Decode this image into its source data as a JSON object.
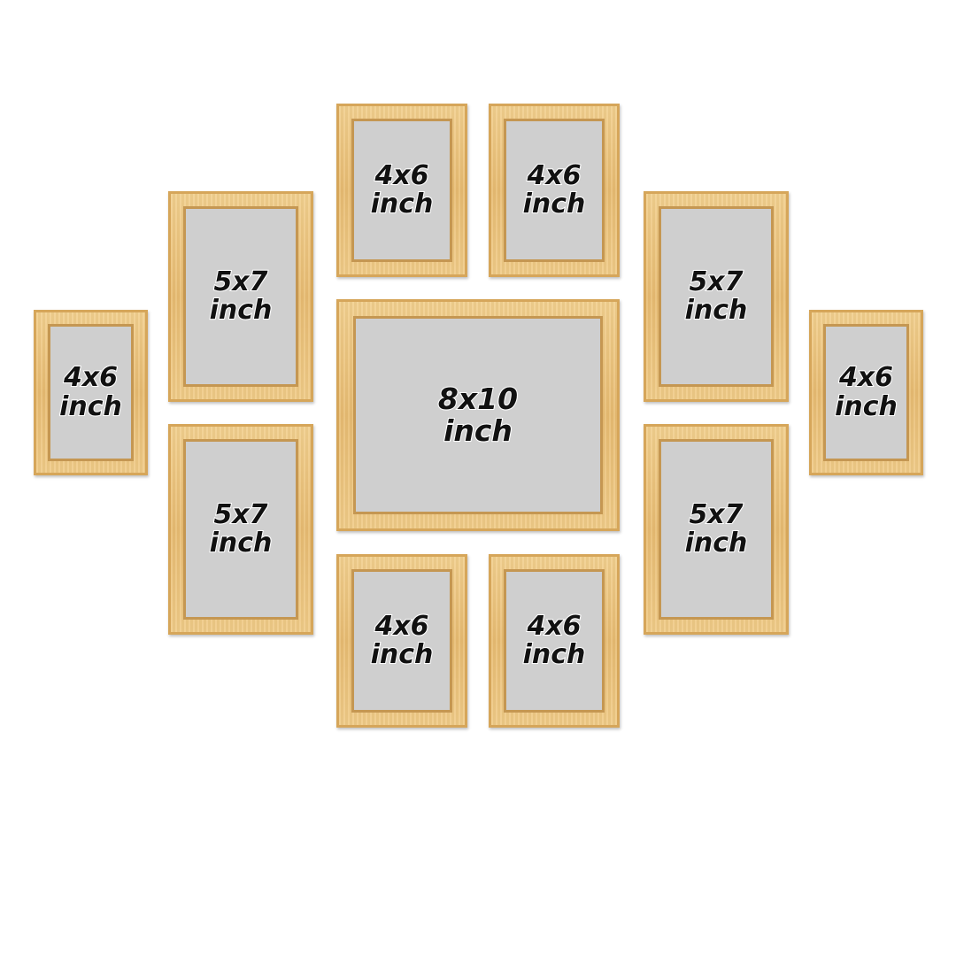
{
  "frames": [
    {
      "id": "frame-top-left-4x6",
      "size": "4x6",
      "unit": "inch"
    },
    {
      "id": "frame-top-right-4x6",
      "size": "4x6",
      "unit": "inch"
    },
    {
      "id": "frame-upper-left-5x7",
      "size": "5x7",
      "unit": "inch"
    },
    {
      "id": "frame-upper-right-5x7",
      "size": "5x7",
      "unit": "inch"
    },
    {
      "id": "frame-far-left-4x6",
      "size": "4x6",
      "unit": "inch"
    },
    {
      "id": "frame-center-8x10",
      "size": "8x10",
      "unit": "inch"
    },
    {
      "id": "frame-far-right-4x6",
      "size": "4x6",
      "unit": "inch"
    },
    {
      "id": "frame-lower-left-5x7",
      "size": "5x7",
      "unit": "inch"
    },
    {
      "id": "frame-lower-right-5x7",
      "size": "5x7",
      "unit": "inch"
    },
    {
      "id": "frame-bottom-left-4x6",
      "size": "4x6",
      "unit": "inch"
    },
    {
      "id": "frame-bottom-right-4x6",
      "size": "4x6",
      "unit": "inch"
    }
  ],
  "colors": {
    "frame_wood": "#e8bc72",
    "mat_gray": "#cfcfcf",
    "background": "#ffffff",
    "label_text": "#111111"
  }
}
